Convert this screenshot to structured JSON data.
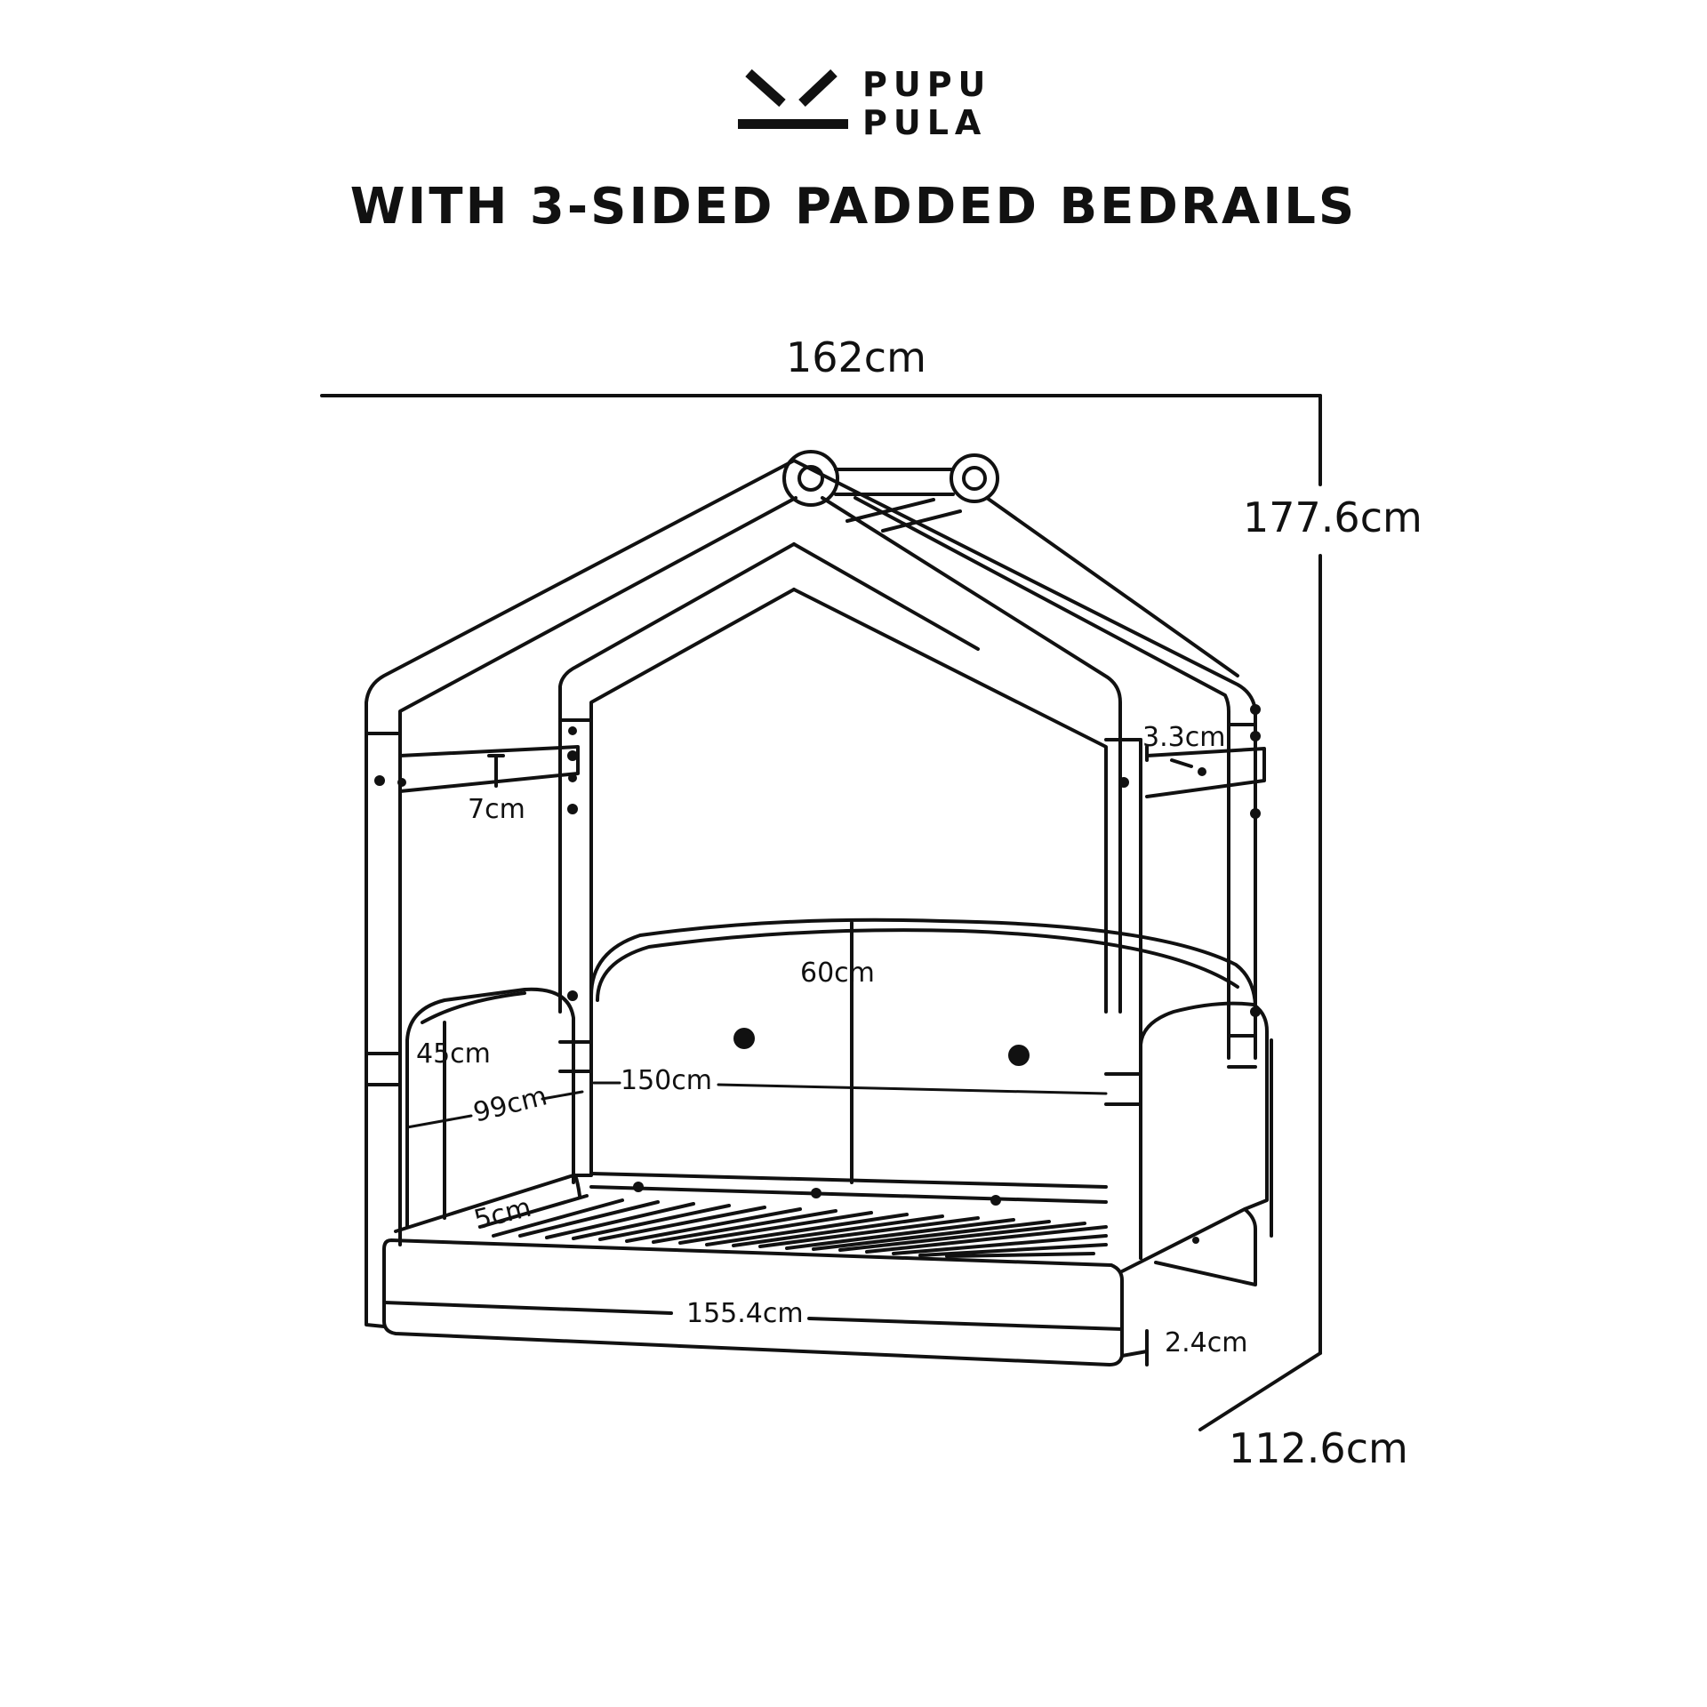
{
  "brand": {
    "line1": "PUPU",
    "line2": "PULA"
  },
  "title": "WITH 3-SIDED PADDED BEDRAILS",
  "dimensions": {
    "total_width": "162cm",
    "total_height": "177.6cm",
    "total_depth": "112.6cm",
    "rail_top_height": "3.3cm",
    "rail_width": "7cm",
    "back_rail_height": "60cm",
    "side_rail_height": "45cm",
    "side_rail_length": "99cm",
    "back_rail_length": "150cm",
    "slat_gap": "5cm",
    "base_length": "155.4cm",
    "base_thickness": "2.4cm"
  },
  "colors": {
    "line": "#111111",
    "background": "#ffffff"
  }
}
